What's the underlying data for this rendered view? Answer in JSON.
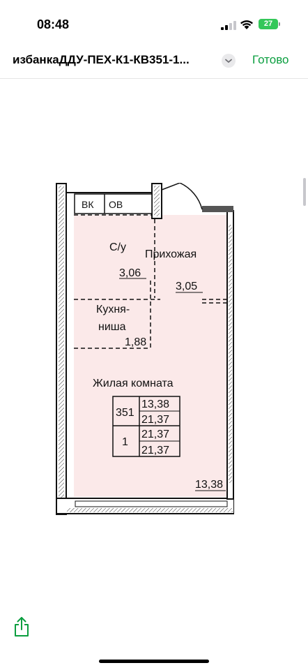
{
  "status_bar": {
    "time": "08:48",
    "battery": "27"
  },
  "nav": {
    "title": "избанкаДДУ-ПЕХ-К1-КВ351-1...",
    "done": "Готово"
  },
  "plan": {
    "labels": {
      "vk": "ВК",
      "ov": "ОВ",
      "bathroom": "С/у",
      "bathroom_area": "3,06",
      "hallway": "Прихожая",
      "hallway_area": "3,05",
      "kitchen_line1": "Кухня-",
      "kitchen_line2": "ниша",
      "kitchen_area": "1,88",
      "living_room": "Жилая комната",
      "living_area": "13,38"
    },
    "table": {
      "apt_number": "351",
      "rooms": "1",
      "cells": [
        "13,38",
        "21,37",
        "21,37",
        "21,37"
      ]
    }
  },
  "colors": {
    "accent": "#0a9e3f",
    "plan_fill": "#fbe9e9",
    "battery": "#34c759"
  }
}
